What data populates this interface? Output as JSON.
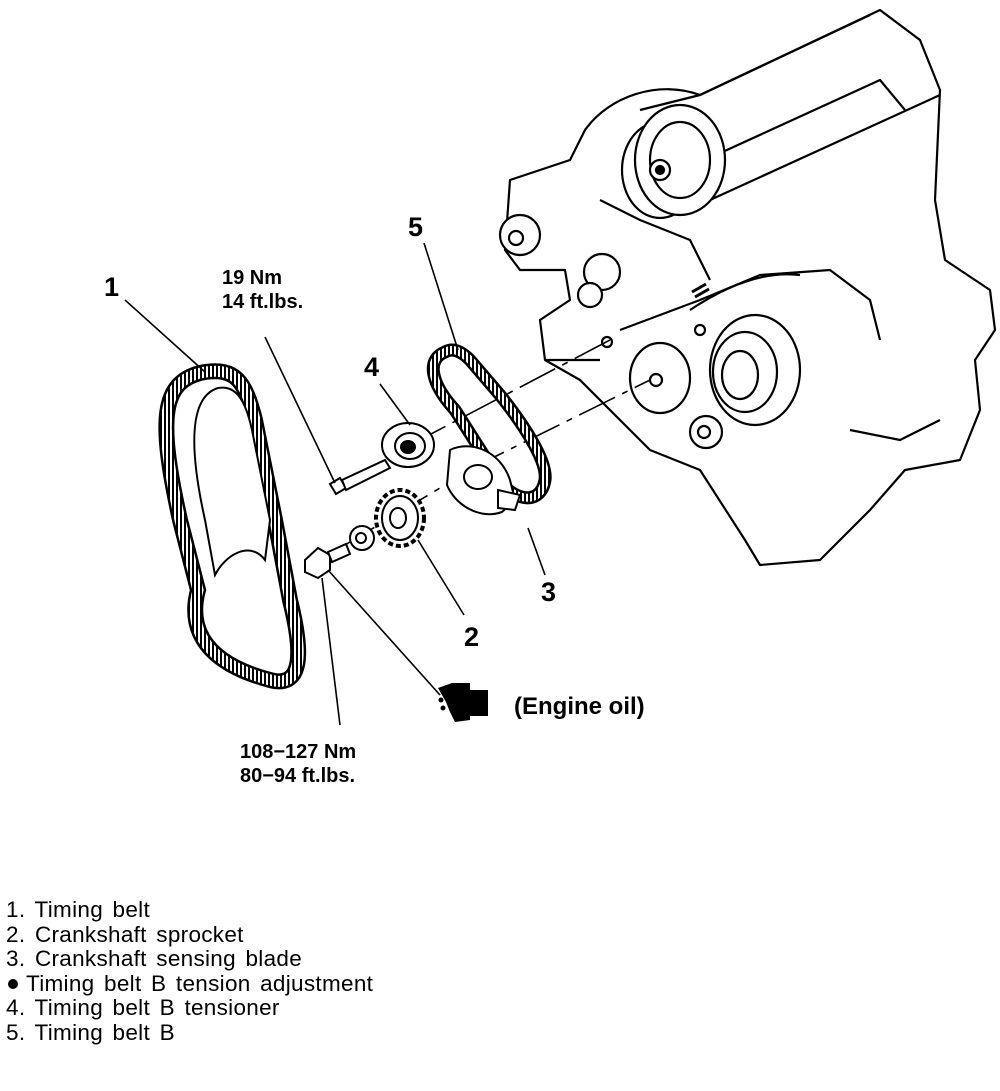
{
  "callouts": {
    "c1": "1",
    "c2": "2",
    "c3": "3",
    "c4": "4",
    "c5": "5",
    "torque_small_line1": "19 Nm",
    "torque_small_line2": "14 ft.lbs.",
    "torque_large_line1": "108−127 Nm",
    "torque_large_line2": "80−94 ft.lbs.",
    "engine_oil": "(Engine oil)"
  },
  "legend": {
    "items": [
      {
        "marker": "1.",
        "text": "Timing belt"
      },
      {
        "marker": "2.",
        "text": "Crankshaft sprocket"
      },
      {
        "marker": "3.",
        "text": "Crankshaft sensing blade"
      },
      {
        "marker": "●",
        "text": "Timing belt B tension adjustment"
      },
      {
        "marker": "4.",
        "text": "Timing belt B tensioner"
      },
      {
        "marker": "5.",
        "text": "Timing belt B"
      }
    ]
  }
}
